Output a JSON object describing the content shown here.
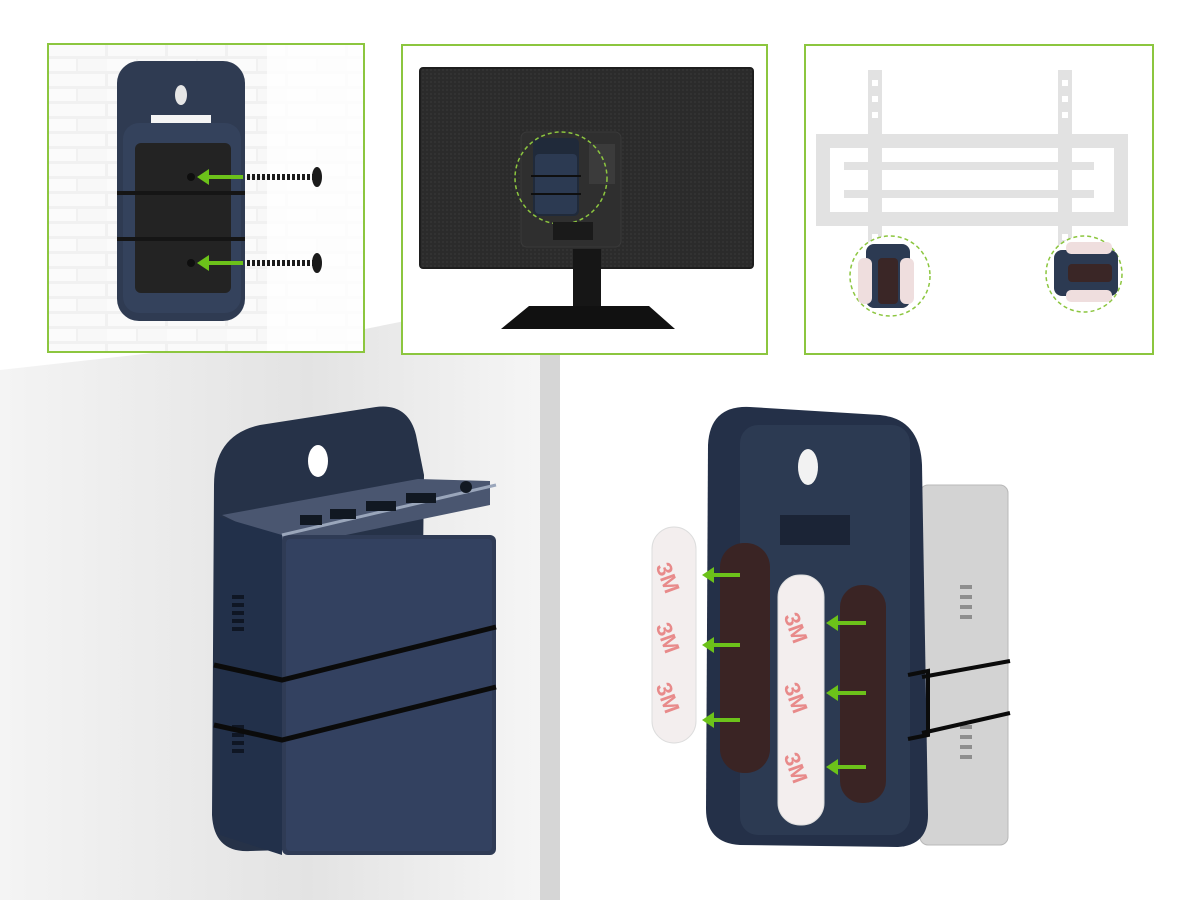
{
  "theme": {
    "frame_color": "#8cc63f",
    "arrow_color": "#6cc21a",
    "device_color": "#2c3a52",
    "device_light": "#3f4f6b",
    "pad_color": "#4a2c2c",
    "tape_color": "#f3eeee",
    "tape_text_color": "#e88a8a",
    "bracket_gray": "#e2e2e2",
    "monitor_color": "#2a2a2a"
  },
  "tape": {
    "logo_text": "3M"
  },
  "panels": [
    {
      "name": "screw-wall-mount",
      "arrows": 2
    },
    {
      "name": "monitor-back-mount",
      "arrows": 0
    },
    {
      "name": "tv-bracket-mount",
      "arrows": 0
    }
  ]
}
